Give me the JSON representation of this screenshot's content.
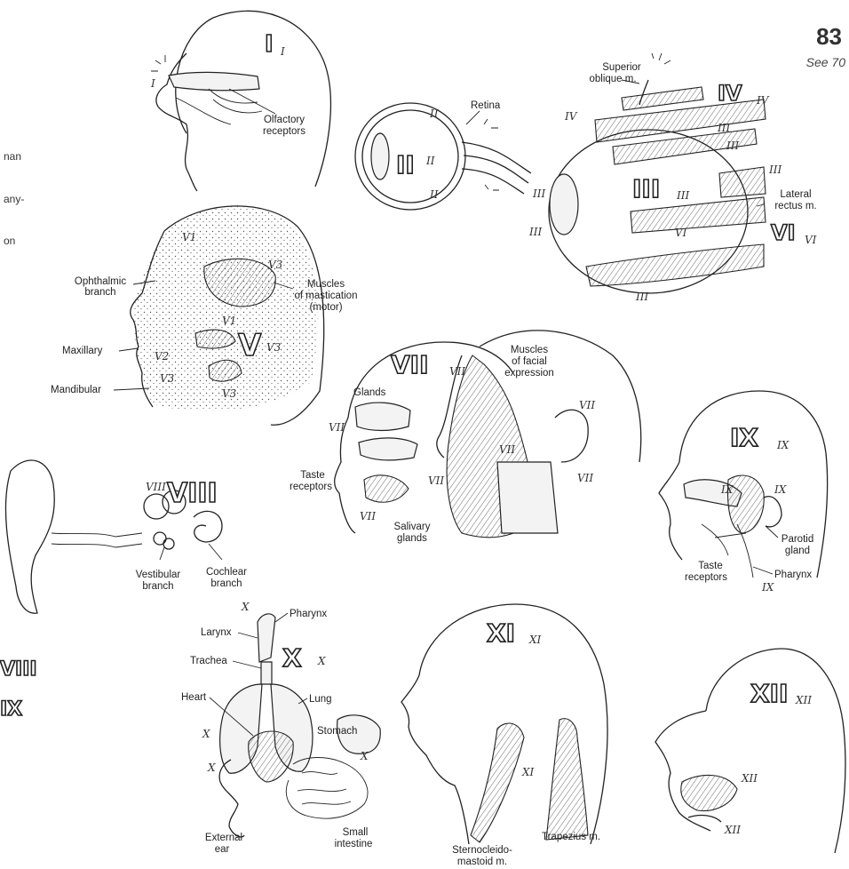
{
  "page": {
    "number": "83",
    "see_ref": "See 70"
  },
  "side_fragments": [
    "nan",
    "any-",
    "on"
  ],
  "left_fragments": {
    "viii": "VIII",
    "ix": "IX"
  },
  "panels": {
    "olfactory": {
      "big": "I",
      "sub": "I",
      "nerve_mark": "I",
      "labels": [
        "Olfactory",
        "receptors"
      ]
    },
    "optic": {
      "big": "II",
      "sub": "II",
      "marks": [
        "II",
        "II"
      ],
      "labels": [
        "Retina"
      ]
    },
    "eye_muscles": {
      "labels": [
        "Superior",
        "oblique m.",
        "Lateral",
        "rectus m."
      ],
      "big_iv": "IV",
      "sub_iv": "IV",
      "big_iii": "III",
      "sub_iii": "III",
      "big_vi": "VI",
      "sub_vi": "VI",
      "marks": [
        "IV",
        "III",
        "III",
        "III",
        "III",
        "III",
        "VI",
        "III",
        "III"
      ]
    },
    "trigeminal": {
      "big": "V",
      "sub": "V3",
      "labels": [
        "Ophthalmic",
        "branch",
        "Maxillary",
        "Mandibular",
        "Muscles",
        "of mastication",
        "(motor)"
      ],
      "marks": [
        "V1",
        "V3",
        "V2",
        "V3",
        "V1",
        "V3"
      ]
    },
    "facial": {
      "big": "VII",
      "sub": "VII",
      "labels": [
        "Glands",
        "Taste",
        "receptors",
        "Salivary",
        "glands",
        "Muscles",
        "of facial",
        "expression"
      ],
      "marks": [
        "VII",
        "VII",
        "VII",
        "VII",
        "VII",
        "VII"
      ]
    },
    "vestibulocochlear": {
      "big": "VIII",
      "mark": "VIII",
      "labels": [
        "Vestibular",
        "branch",
        "Cochlear",
        "branch"
      ]
    },
    "glossopharyngeal": {
      "big": "IX",
      "sub": "IX",
      "labels": [
        "Parotid",
        "gland",
        "Pharynx",
        "Taste",
        "receptors"
      ],
      "marks": [
        "IX",
        "IX",
        "IX"
      ]
    },
    "vagus": {
      "big": "X",
      "sub": "X",
      "labels": [
        "Pharynx",
        "Larynx",
        "Trachea",
        "Heart",
        "Lung",
        "Stomach",
        "External",
        "ear",
        "Small",
        "intestine"
      ],
      "marks": [
        "X",
        "X",
        "X",
        "X"
      ]
    },
    "accessory": {
      "big": "XI",
      "sub": "XI",
      "mark": "XI",
      "labels": [
        "Sternocleido-",
        "mastoid m.",
        "Trapezius m."
      ]
    },
    "hypoglossal": {
      "big": "XII",
      "sub": "XII",
      "marks": [
        "XII",
        "XII"
      ]
    }
  }
}
